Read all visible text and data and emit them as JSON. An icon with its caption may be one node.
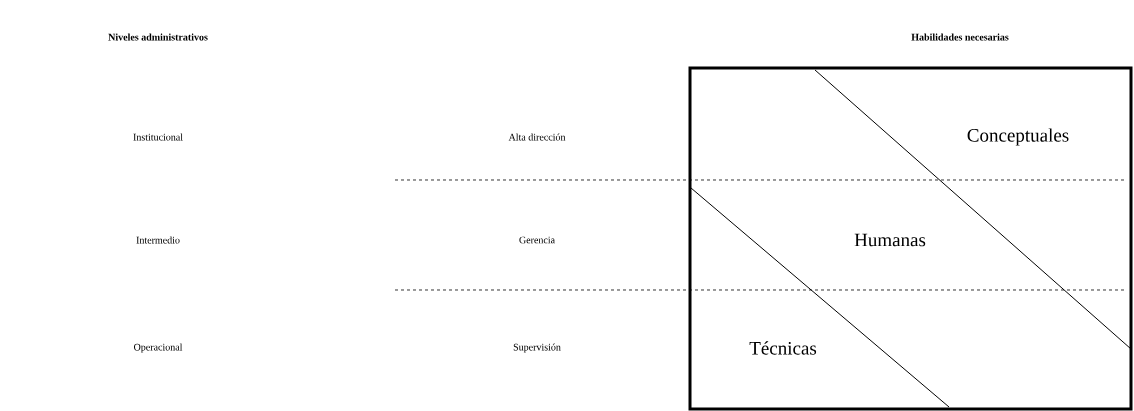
{
  "diagram": {
    "nodes": [
      {
        "text": [
          "Conceptuales",
          "Humanas",
          "Técnicas"
        ]
      }
    ],
    "labels": [
      "Niveles administrativos",
      "Habilidades necesarias",
      "Institucional",
      "Alta dirección",
      "Intermedio",
      "Gerencia",
      "Operacional",
      "Supervisión"
    ]
  }
}
